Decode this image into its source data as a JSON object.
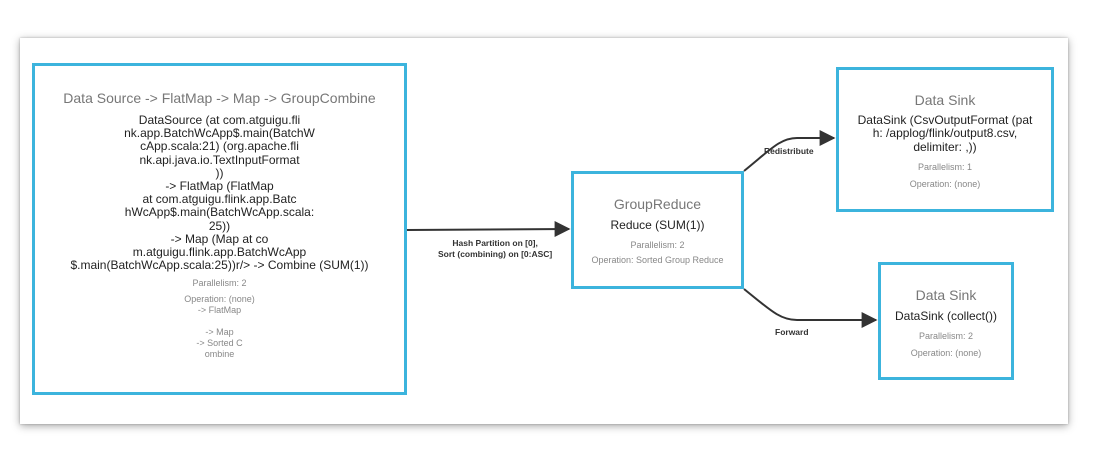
{
  "nodes": {
    "source": {
      "title": "Data Source -> FlatMap -> Map -> GroupCombine",
      "desc": [
        "DataSource (at com.atguigu.fli",
        "nk.app.BatchWcApp$.main(BatchW",
        "cApp.scala:21) (org.apache.fli",
        "nk.api.java.io.TextInputFormat",
        "))",
        "-> FlatMap (FlatMap",
        "at com.atguigu.flink.app.Batc",
        "hWcApp$.main(BatchWcApp.scala:",
        "25))",
        "-> Map (Map at co",
        "m.atguigu.flink.app.BatchWcApp",
        "$.main(BatchWcApp.scala:25))r/> -> Combine (SUM(1))"
      ],
      "parallelism": "Parallelism: 2",
      "operation": [
        "Operation: (none)",
        "-> FlatMap",
        "",
        "-> Map",
        "-> Sorted C",
        "ombine"
      ]
    },
    "reduce": {
      "title": "GroupReduce",
      "desc": "Reduce (SUM(1))",
      "parallelism": "Parallelism: 2",
      "operation": "Operation: Sorted Group Reduce"
    },
    "sink1": {
      "title": "Data Sink",
      "desc": [
        "DataSink (CsvOutputFormat (pat",
        "h: /applog/flink/output8.csv,",
        "delimiter: ,))"
      ],
      "parallelism": "Parallelism: 1",
      "operation": "Operation: (none)"
    },
    "sink2": {
      "title": "Data Sink",
      "desc": "DataSink (collect())",
      "parallelism": "Parallelism: 2",
      "operation": "Operation: (none)"
    }
  },
  "edges": {
    "hash": {
      "line1": "Hash Partition on [0],",
      "line2": "Sort (combining) on [0:ASC]"
    },
    "redistribute": "Redistribute",
    "forward": "Forward"
  }
}
